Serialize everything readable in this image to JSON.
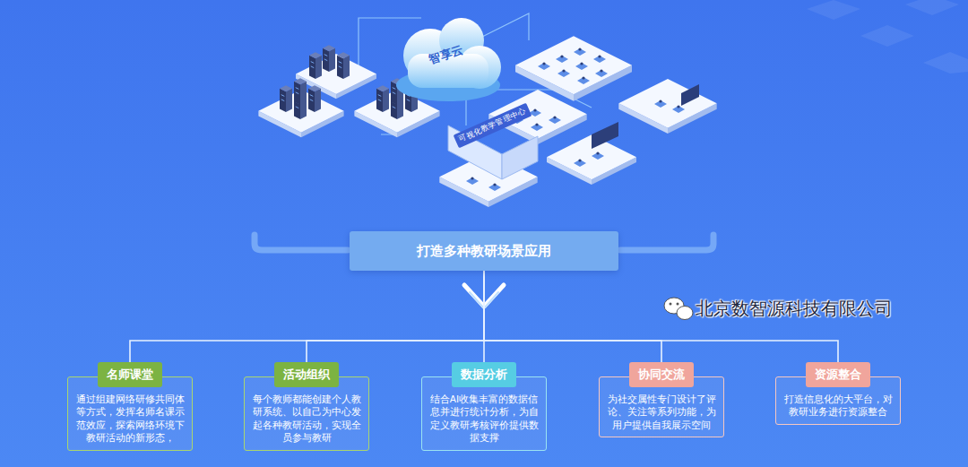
{
  "diagram": {
    "nodes": [
      {
        "text": [
          "打造多种教研场景应用"
        ]
      },
      {
        "text": [
          "名师课堂",
          "通过组建网络研修共同体等方式，发挥名师名课示范效应，探索网络环境下教研活动的新形态，"
        ]
      },
      {
        "text": [
          "活动组织",
          "每个教师都能创建个人教研系统、以自己为中心发起各种教研活动，实现全员参与教研"
        ]
      },
      {
        "text": [
          "数据分析",
          "结合AI收集丰富的数据信息并进行统计分析，为自定义教研考核评价提供数据支撑"
        ]
      },
      {
        "text": [
          "协同交流",
          "为社交属性专门设计了评论、关注等系列功能，为用户提供自我展示空间"
        ]
      },
      {
        "text": [
          "资源整合",
          "打造信息化的大平台，对教研业务进行资源整合"
        ]
      }
    ],
    "edges": [
      {
        "from": 0,
        "to": 1,
        "arrow": "none"
      },
      {
        "from": 0,
        "to": 2,
        "arrow": "none"
      },
      {
        "from": 0,
        "to": 3,
        "arrow": "none"
      },
      {
        "from": 0,
        "to": 4,
        "arrow": "none"
      },
      {
        "from": 0,
        "to": 5,
        "arrow": "none"
      }
    ],
    "labels": [
      "智享云",
      "可视化教学管理中心",
      "北京数智源科技有限公司"
    ]
  }
}
